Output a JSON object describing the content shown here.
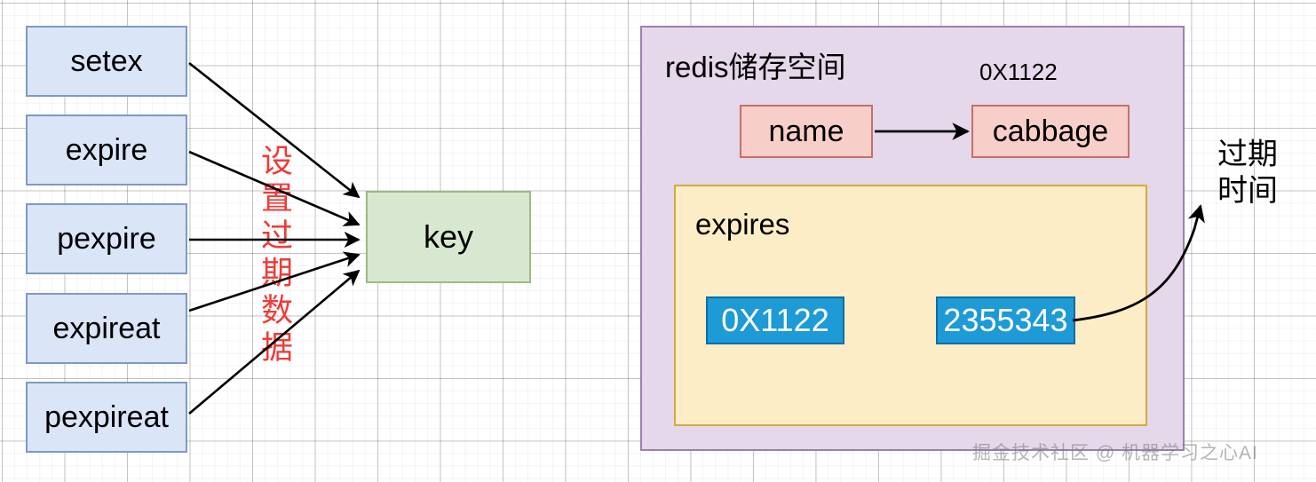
{
  "diagram": {
    "title": "redis expire key diagram",
    "commands": [
      {
        "label": "setex"
      },
      {
        "label": "expire"
      },
      {
        "label": "pexpire"
      },
      {
        "label": "expireat"
      },
      {
        "label": "pexpireat"
      }
    ],
    "key_node": {
      "label": "key"
    },
    "edge_label": "设置过期数据",
    "redis": {
      "title": "redis储存空间",
      "pointer_address": "0X1122",
      "entry": {
        "field": "name",
        "value": "cabbage"
      },
      "expires": {
        "title": "expires",
        "entries": [
          {
            "key": "0X1122",
            "value": "2355343"
          }
        ]
      }
    },
    "annotation": {
      "line1": "过期",
      "line2": "时间"
    },
    "watermark": "掘金技术社区 @ 机器学习之心AI",
    "colors": {
      "command_fill": "#dae5f8",
      "command_border": "#7e9ac0",
      "key_fill": "#d8e8d0",
      "key_border": "#9cbb84",
      "redis_fill": "#e4d8ea",
      "redis_border": "#9d7fae",
      "entry_fill": "#f8cfc8",
      "entry_border": "#c4706a",
      "expires_fill": "#fcedc6",
      "expires_border": "#d6a93c",
      "hash_fill": "#1e9ad6",
      "hash_border": "#0b6ea5",
      "edge_label_color": "#ef3b36"
    }
  }
}
